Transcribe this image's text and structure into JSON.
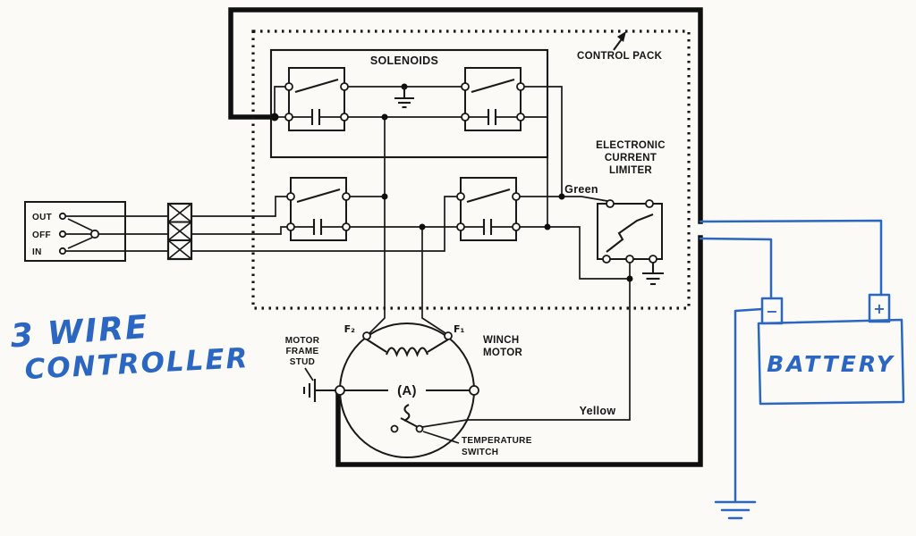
{
  "colors": {
    "paper": "#fbfaf7",
    "ink": "#161616",
    "pen_blue": "#2b66c2"
  },
  "control_pack": {
    "label": "CONTROL PACK"
  },
  "solenoids_label": "SOLENOIDS",
  "limiter": {
    "lines": [
      "ELECTRONIC",
      "CURRENT",
      "LIMITER"
    ]
  },
  "wire_labels": {
    "green": "Green",
    "yellow": "Yellow"
  },
  "remote_switch": {
    "positions": [
      "OUT",
      "OFF",
      "IN"
    ]
  },
  "handwriting": {
    "line1": "3 WIRE",
    "line2": "CONTROLLER"
  },
  "motor": {
    "frame_stud": [
      "MOTOR",
      "FRAME",
      "STUD"
    ],
    "name": [
      "WINCH",
      "MOTOR"
    ],
    "armature_label": "(A)",
    "terminal_f2": "F₂",
    "terminal_f1": "F₁",
    "temp_switch": [
      "TEMPERATURE",
      "SWITCH"
    ]
  },
  "battery": {
    "label": "BATTERY",
    "positive": "+",
    "negative": "−"
  }
}
